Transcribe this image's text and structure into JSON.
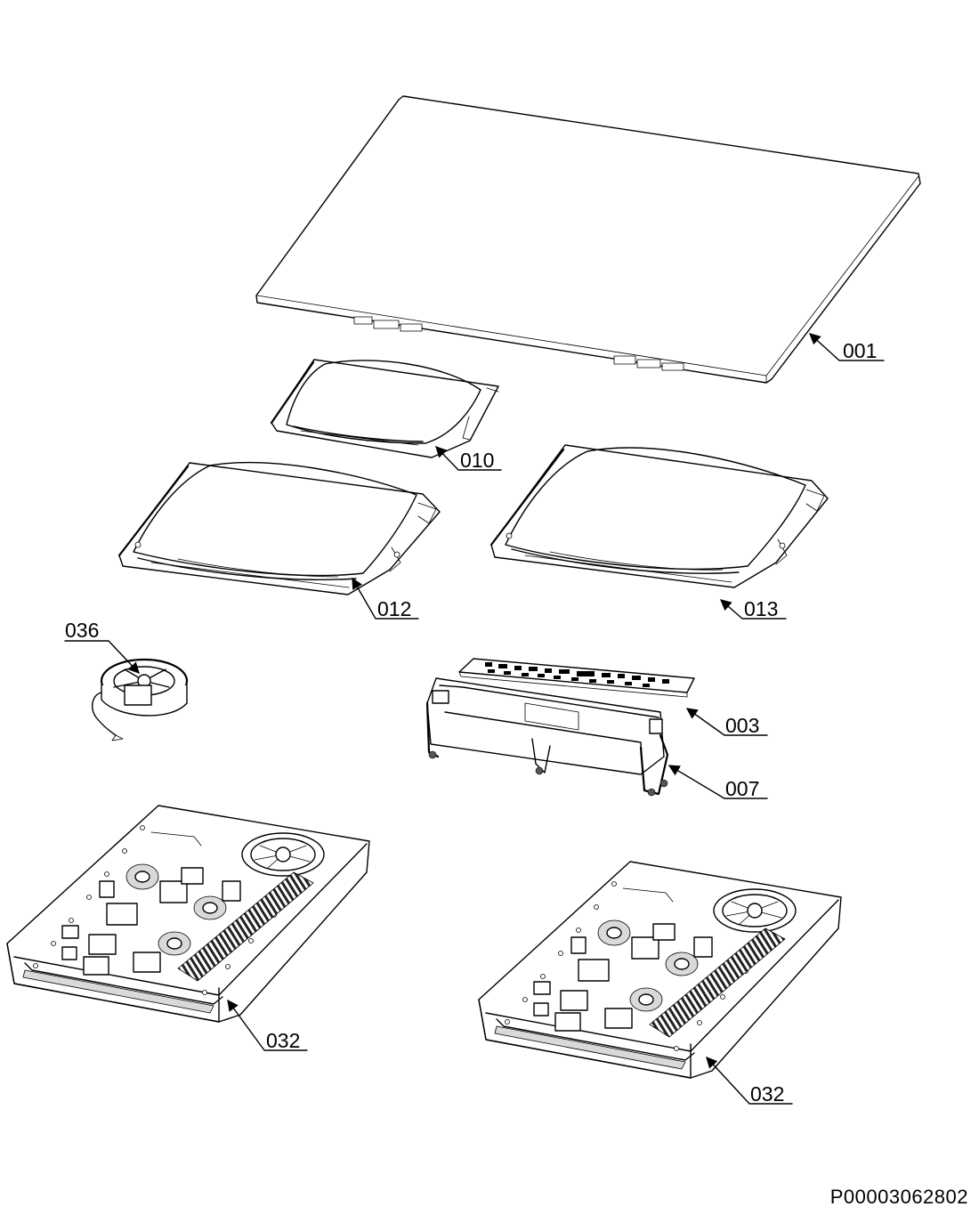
{
  "parts": {
    "p001": "001",
    "p010": "010",
    "p012": "012",
    "p013": "013",
    "p036": "036",
    "p003": "003",
    "p007": "007",
    "p032a": "032",
    "p032b": "032"
  },
  "document_number": "P00003062802"
}
